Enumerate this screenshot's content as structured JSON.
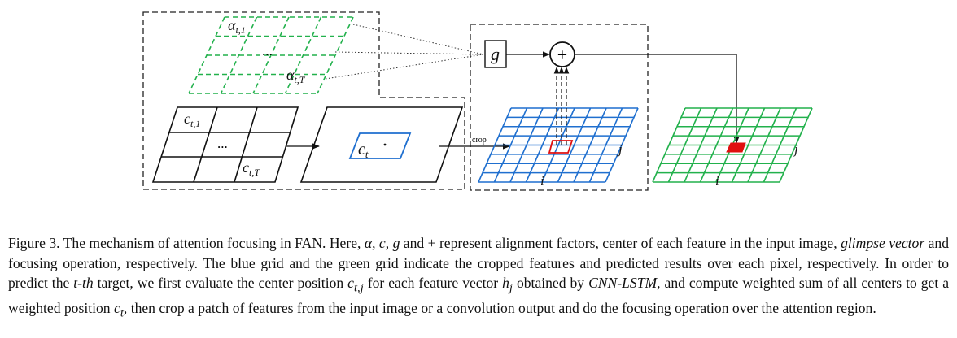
{
  "figure": {
    "labels": {
      "alpha_first": "α",
      "alpha_first_sub": "t,1",
      "alpha_last": "α",
      "alpha_last_sub": "t,T",
      "green_dots": "...",
      "c_first": "c",
      "c_first_sub": "t,1",
      "c_last": "c",
      "c_last_sub": "t,T",
      "c_dots": "...",
      "center_c": "c",
      "center_c_sub": "t",
      "glimpse": "g",
      "plus": "+",
      "crop": "crop",
      "blue_i": "i",
      "blue_j": "j",
      "green_i": "i",
      "green_j": "j"
    },
    "colors": {
      "green_grid": "#22b14c",
      "blue_grid": "#1f6fcf",
      "highlight_red": "#e01010"
    }
  },
  "caption": {
    "s1": "Figure 3. The mechanism of attention focusing in FAN. Here, ",
    "alpha": "α",
    "s2": ", ",
    "c": "c",
    "s3": ", ",
    "g": "g",
    "s4": " and + represent alignment factors, center of each feature in the input image, ",
    "glimpse": "glimpse vector",
    "s5": " and focusing operation, respectively. The blue grid and the green grid indicate the cropped features and predicted results over each pixel, respectively. In order to predict the ",
    "tth": "t-th",
    "s6": " target, we first evaluate the center position ",
    "ctj": "c",
    "ctj_sub": "t,j",
    "s7": " for each feature vector ",
    "hj": "h",
    "hj_sub": "j",
    "s8": " obtained by ",
    "cnn": "CNN-LSTM",
    "s9": ", and compute weighted sum of all centers to get a weighted position ",
    "ct": "c",
    "ct_sub": "t",
    "s10": ", then crop a patch of features from the input image or a convolution output and do the focusing operation over the attention region."
  }
}
